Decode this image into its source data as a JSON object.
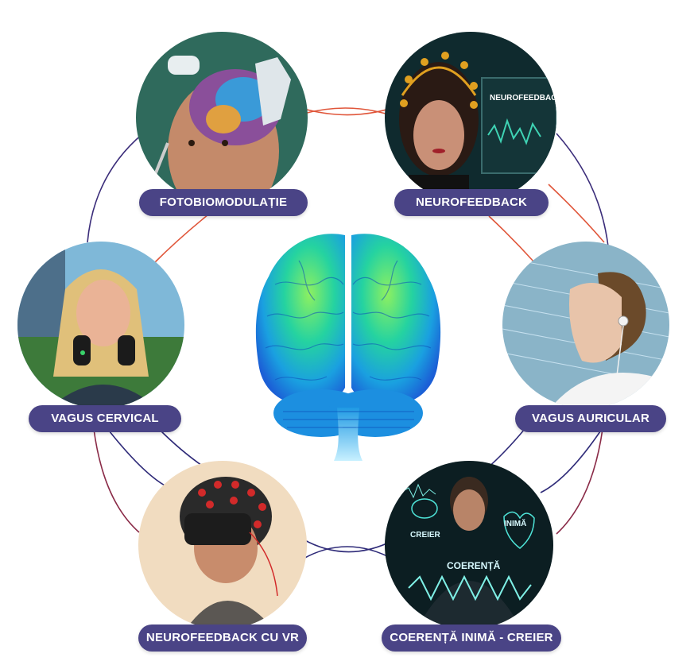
{
  "center": {
    "icon": "brain-icon"
  },
  "nodes": [
    {
      "id": "fotobiomodulatie",
      "label": "FOTOBIOMODULAȚIE",
      "icon": "photobiomodulation-headset-photo"
    },
    {
      "id": "neurofeedback",
      "label": "NEUROFEEDBACK",
      "icon": "eeg-cap-photo",
      "screen_text": "NEUROFEEDBACK"
    },
    {
      "id": "vagus-auricular",
      "label": "VAGUS AURICULAR",
      "icon": "ear-stimulator-photo"
    },
    {
      "id": "coerenta",
      "label": "COERENȚĂ INIMĂ - CREIER",
      "icon": "heart-brain-coherence-photo",
      "overlay": {
        "brain": "CREIER",
        "heart": "INIMĂ",
        "coherence": "COERENȚĂ"
      }
    },
    {
      "id": "neurofeedback-vr",
      "label": "NEUROFEEDBACK CU VR",
      "icon": "vr-headset-photo"
    },
    {
      "id": "vagus-cervical",
      "label": "VAGUS CERVICAL",
      "icon": "neck-stimulator-photo"
    }
  ],
  "colors": {
    "pill": "#4a4486",
    "link_red": "#e0563a",
    "link_navy": "#2e2a78",
    "link_maroon": "#8a2b48"
  }
}
